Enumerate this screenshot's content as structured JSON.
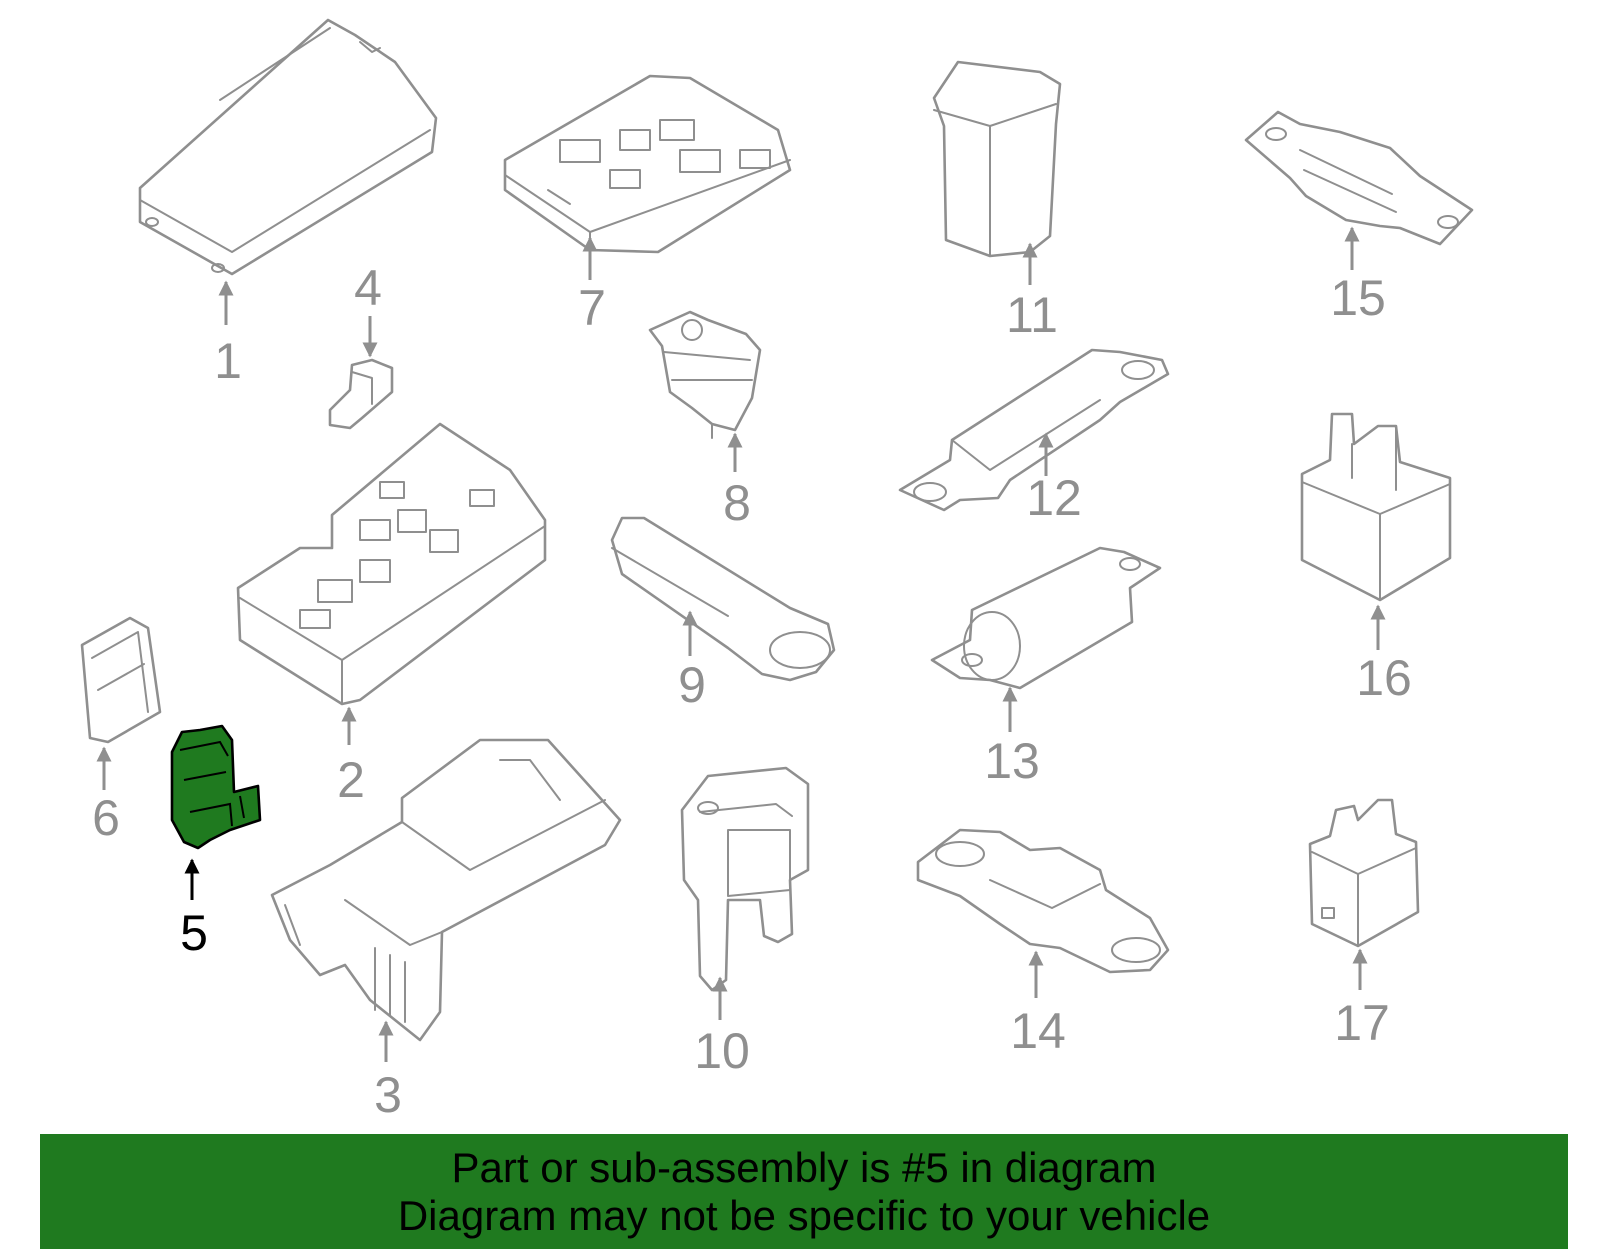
{
  "diagram": {
    "highlight_color": "#1f7a1f",
    "line_color": "#8f8f8f",
    "highlighted_part": "5",
    "callouts": {
      "c1": "1",
      "c2": "2",
      "c3": "3",
      "c4": "4",
      "c5": "5",
      "c6": "6",
      "c7": "7",
      "c8": "8",
      "c9": "9",
      "c10": "10",
      "c11": "11",
      "c12": "12",
      "c13": "13",
      "c14": "14",
      "c15": "15",
      "c16": "16",
      "c17": "17"
    }
  },
  "banner": {
    "line1": "Part or sub-assembly is #5 in diagram",
    "line2": "Diagram may not be specific to your vehicle"
  }
}
